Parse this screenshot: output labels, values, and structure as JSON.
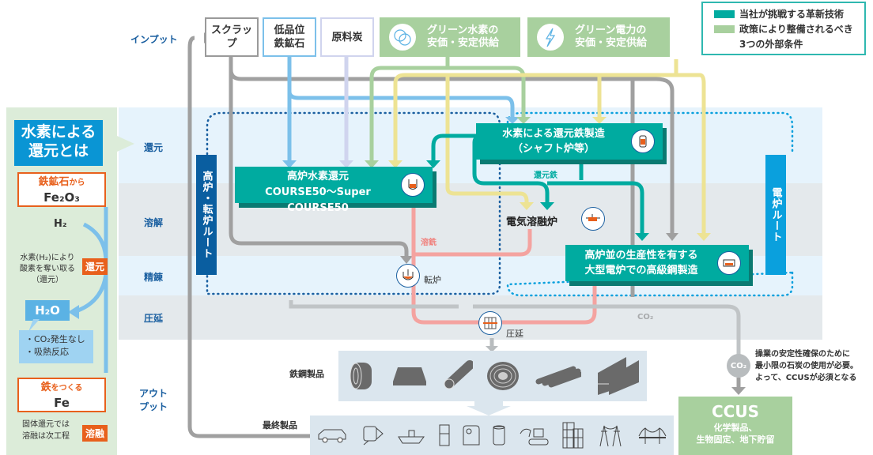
{
  "legend": {
    "items": [
      {
        "label": "当社が挑戦する革新技術",
        "color": "#00aba0"
      },
      {
        "label": "政策により整備されるべき",
        "color": "#a8d09e"
      }
    ],
    "line3": "3つの外部条件"
  },
  "rows": {
    "input": "インプット",
    "reduction": "還元",
    "melting": "溶解",
    "refining": "精錬",
    "rolling": "圧延",
    "output": "アウト\nプット",
    "output_l1": "アウト",
    "output_l2": "プット"
  },
  "inputs": {
    "scrap": "スクラップ",
    "low_grade_ore_l1": "低品位",
    "low_grade_ore_l2": "鉄鉱石",
    "coking_coal": "原料炭",
    "green_h2_l1": "グリーン水素の",
    "green_h2_l2": "安価・安定供給",
    "green_power_l1": "グリーン電力の",
    "green_power_l2": "安価・安定供給"
  },
  "sidebar": {
    "title_l1": "水素による",
    "title_l2": "還元とは",
    "ore_label": "鉄鉱石",
    "ore_from": "から",
    "ore_formula": "Fe₂O₃",
    "h2": "H₂",
    "desc_l1": "水素(H₂)により",
    "desc_l2": "酸素を奪い取る",
    "desc_l3": "（還元）",
    "badge_reduction": "還元",
    "h2o": "H₂O",
    "note_l1": "・CO₂発生なし",
    "note_l2": "・吸熱反応",
    "iron_label": "鉄",
    "iron_make": "をつくる",
    "iron_formula": "Fe",
    "solid_l1": "固体還元では",
    "solid_l2": "溶融は次工程",
    "badge_melting": "溶融"
  },
  "routes": {
    "bf_route": "高炉・転炉ルート",
    "eaf_route": "電炉ルート"
  },
  "processes": {
    "bf_h2_l1": "高炉水素還元",
    "bf_h2_l2": "COURSE50〜Super COURSE50",
    "dri_l1": "水素による還元鉄製造",
    "dri_l2": "（シャフト炉等）",
    "reduced_iron": "還元鉄",
    "electric_smelter": "電気溶融炉",
    "molten_iron": "溶銑",
    "converter": "転炉",
    "eaf_l1": "高炉並の生産性を有する",
    "eaf_l2": "大型電炉での高級鋼製造",
    "rolling": "圧延",
    "co2": "CO₂"
  },
  "outputs": {
    "steel_products": "鉄鋼製品",
    "final_products": "最終製品",
    "steel_icons": [
      "coil-icon",
      "plate-icon",
      "pipe-icon",
      "wire-coil-icon",
      "bars-icon",
      "h-beam-icon"
    ],
    "final_icons": [
      "car-icon",
      "train-icon",
      "ship-icon",
      "refrigerator-icon",
      "washing-machine-icon",
      "can-icon",
      "excavator-icon",
      "building-icon",
      "power-tower-icon",
      "bridge-icon"
    ]
  },
  "ccus": {
    "co2": "CO₂",
    "note_l1": "操業の安定性確保のために",
    "note_l2": "最小限の石炭の使用が必要。",
    "note_l3": "よって、CCUSが必須となる",
    "title": "CCUS",
    "sub_l1": "化学製品、",
    "sub_l2": "生物固定、地下貯留"
  }
}
